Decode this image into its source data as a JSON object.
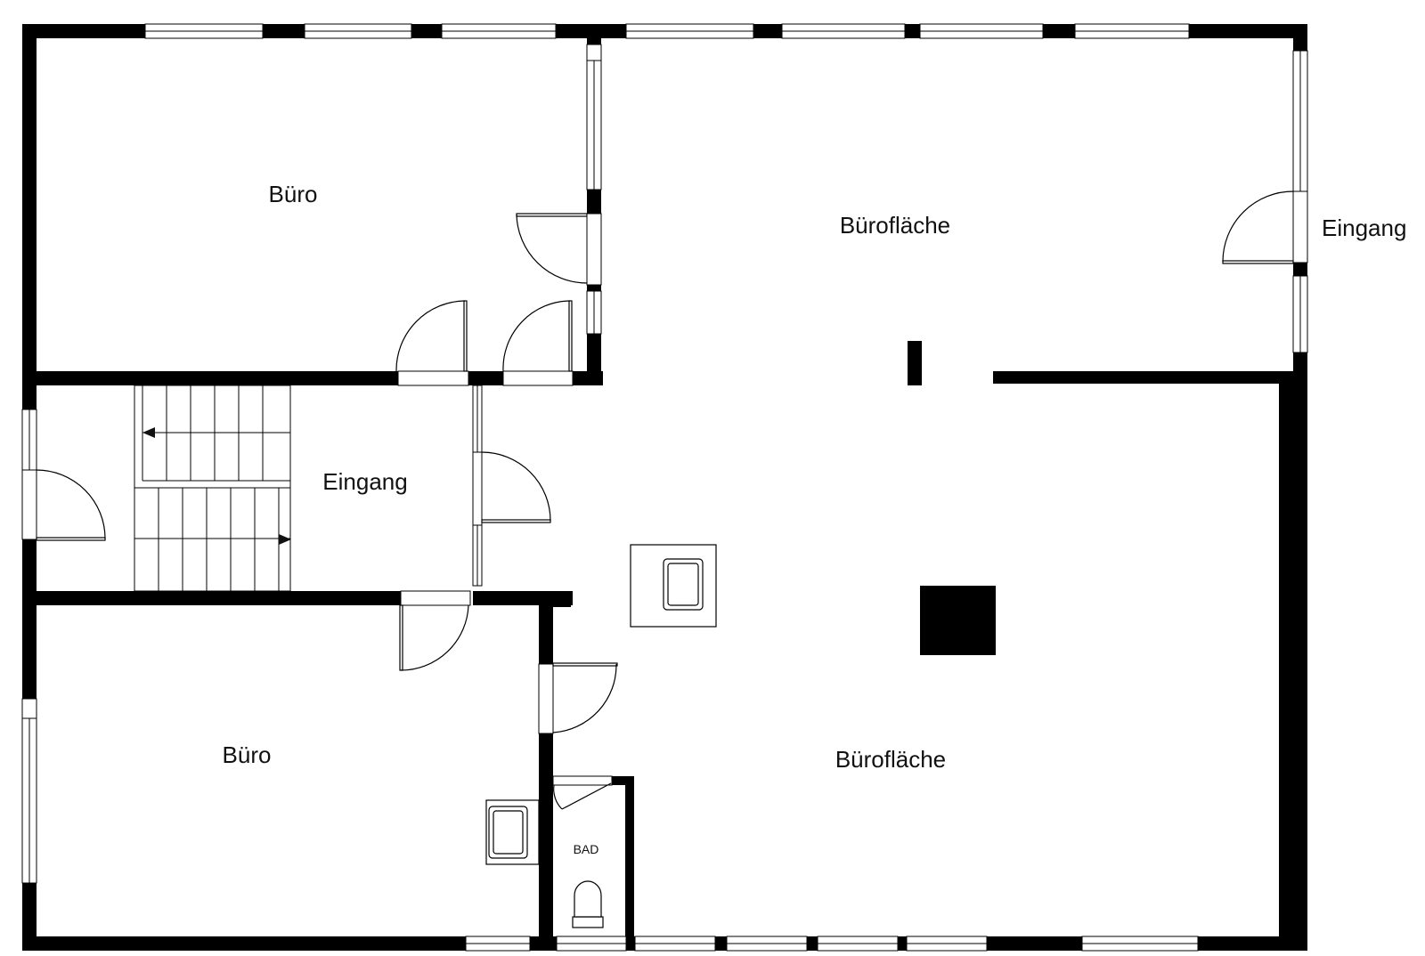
{
  "plan": {
    "rooms": [
      {
        "label": "Büro"
      },
      {
        "label": "Bürofläche"
      },
      {
        "label": "Eingang"
      },
      {
        "label": "Eingang"
      },
      {
        "label": "Büro"
      },
      {
        "label": "Bürofläche"
      },
      {
        "label": "BAD"
      }
    ]
  }
}
